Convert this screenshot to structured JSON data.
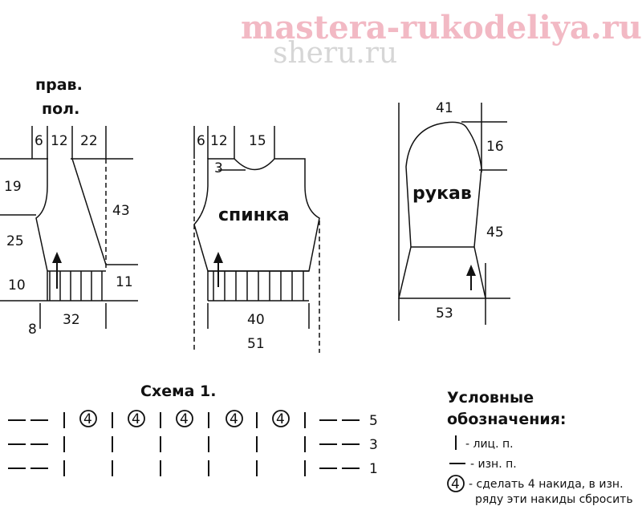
{
  "watermark": {
    "primary": "mastera-rukodeliya.ru",
    "secondary": "sheru.ru"
  },
  "front": {
    "title_line1": "прав.",
    "title_line2": "пол.",
    "dims": {
      "top_a": "6",
      "top_b": "12",
      "top_c": "22",
      "left_upper": "19",
      "left_mid": "25",
      "left_lower": "10",
      "right_mid": "43",
      "right_lower": "11",
      "bottom_small": "8",
      "bottom_width": "32"
    }
  },
  "back": {
    "label": "спинка",
    "dims": {
      "top_a": "6",
      "top_b": "12",
      "top_c": "15",
      "neck_depth": "3",
      "bottom_width": "40",
      "total_width": "51"
    }
  },
  "sleeve": {
    "label": "рукав",
    "dims": {
      "top_width": "41",
      "cap_height": "16",
      "length": "45",
      "bottom_width": "53"
    }
  },
  "scheme": {
    "title": "Схема 1.",
    "symbol_number": "4",
    "row_labels": [
      "5",
      "3",
      "1"
    ]
  },
  "legend": {
    "title_line1": "Условные",
    "title_line2": "обозначения:",
    "item_knit": "- лиц. п.",
    "item_purl": "- изн. п.",
    "item_yo_line1": "- сделать 4 накида, в изн.",
    "item_yo_line2": "ряду эти накиды сбросить",
    "symbol_number": "4"
  }
}
